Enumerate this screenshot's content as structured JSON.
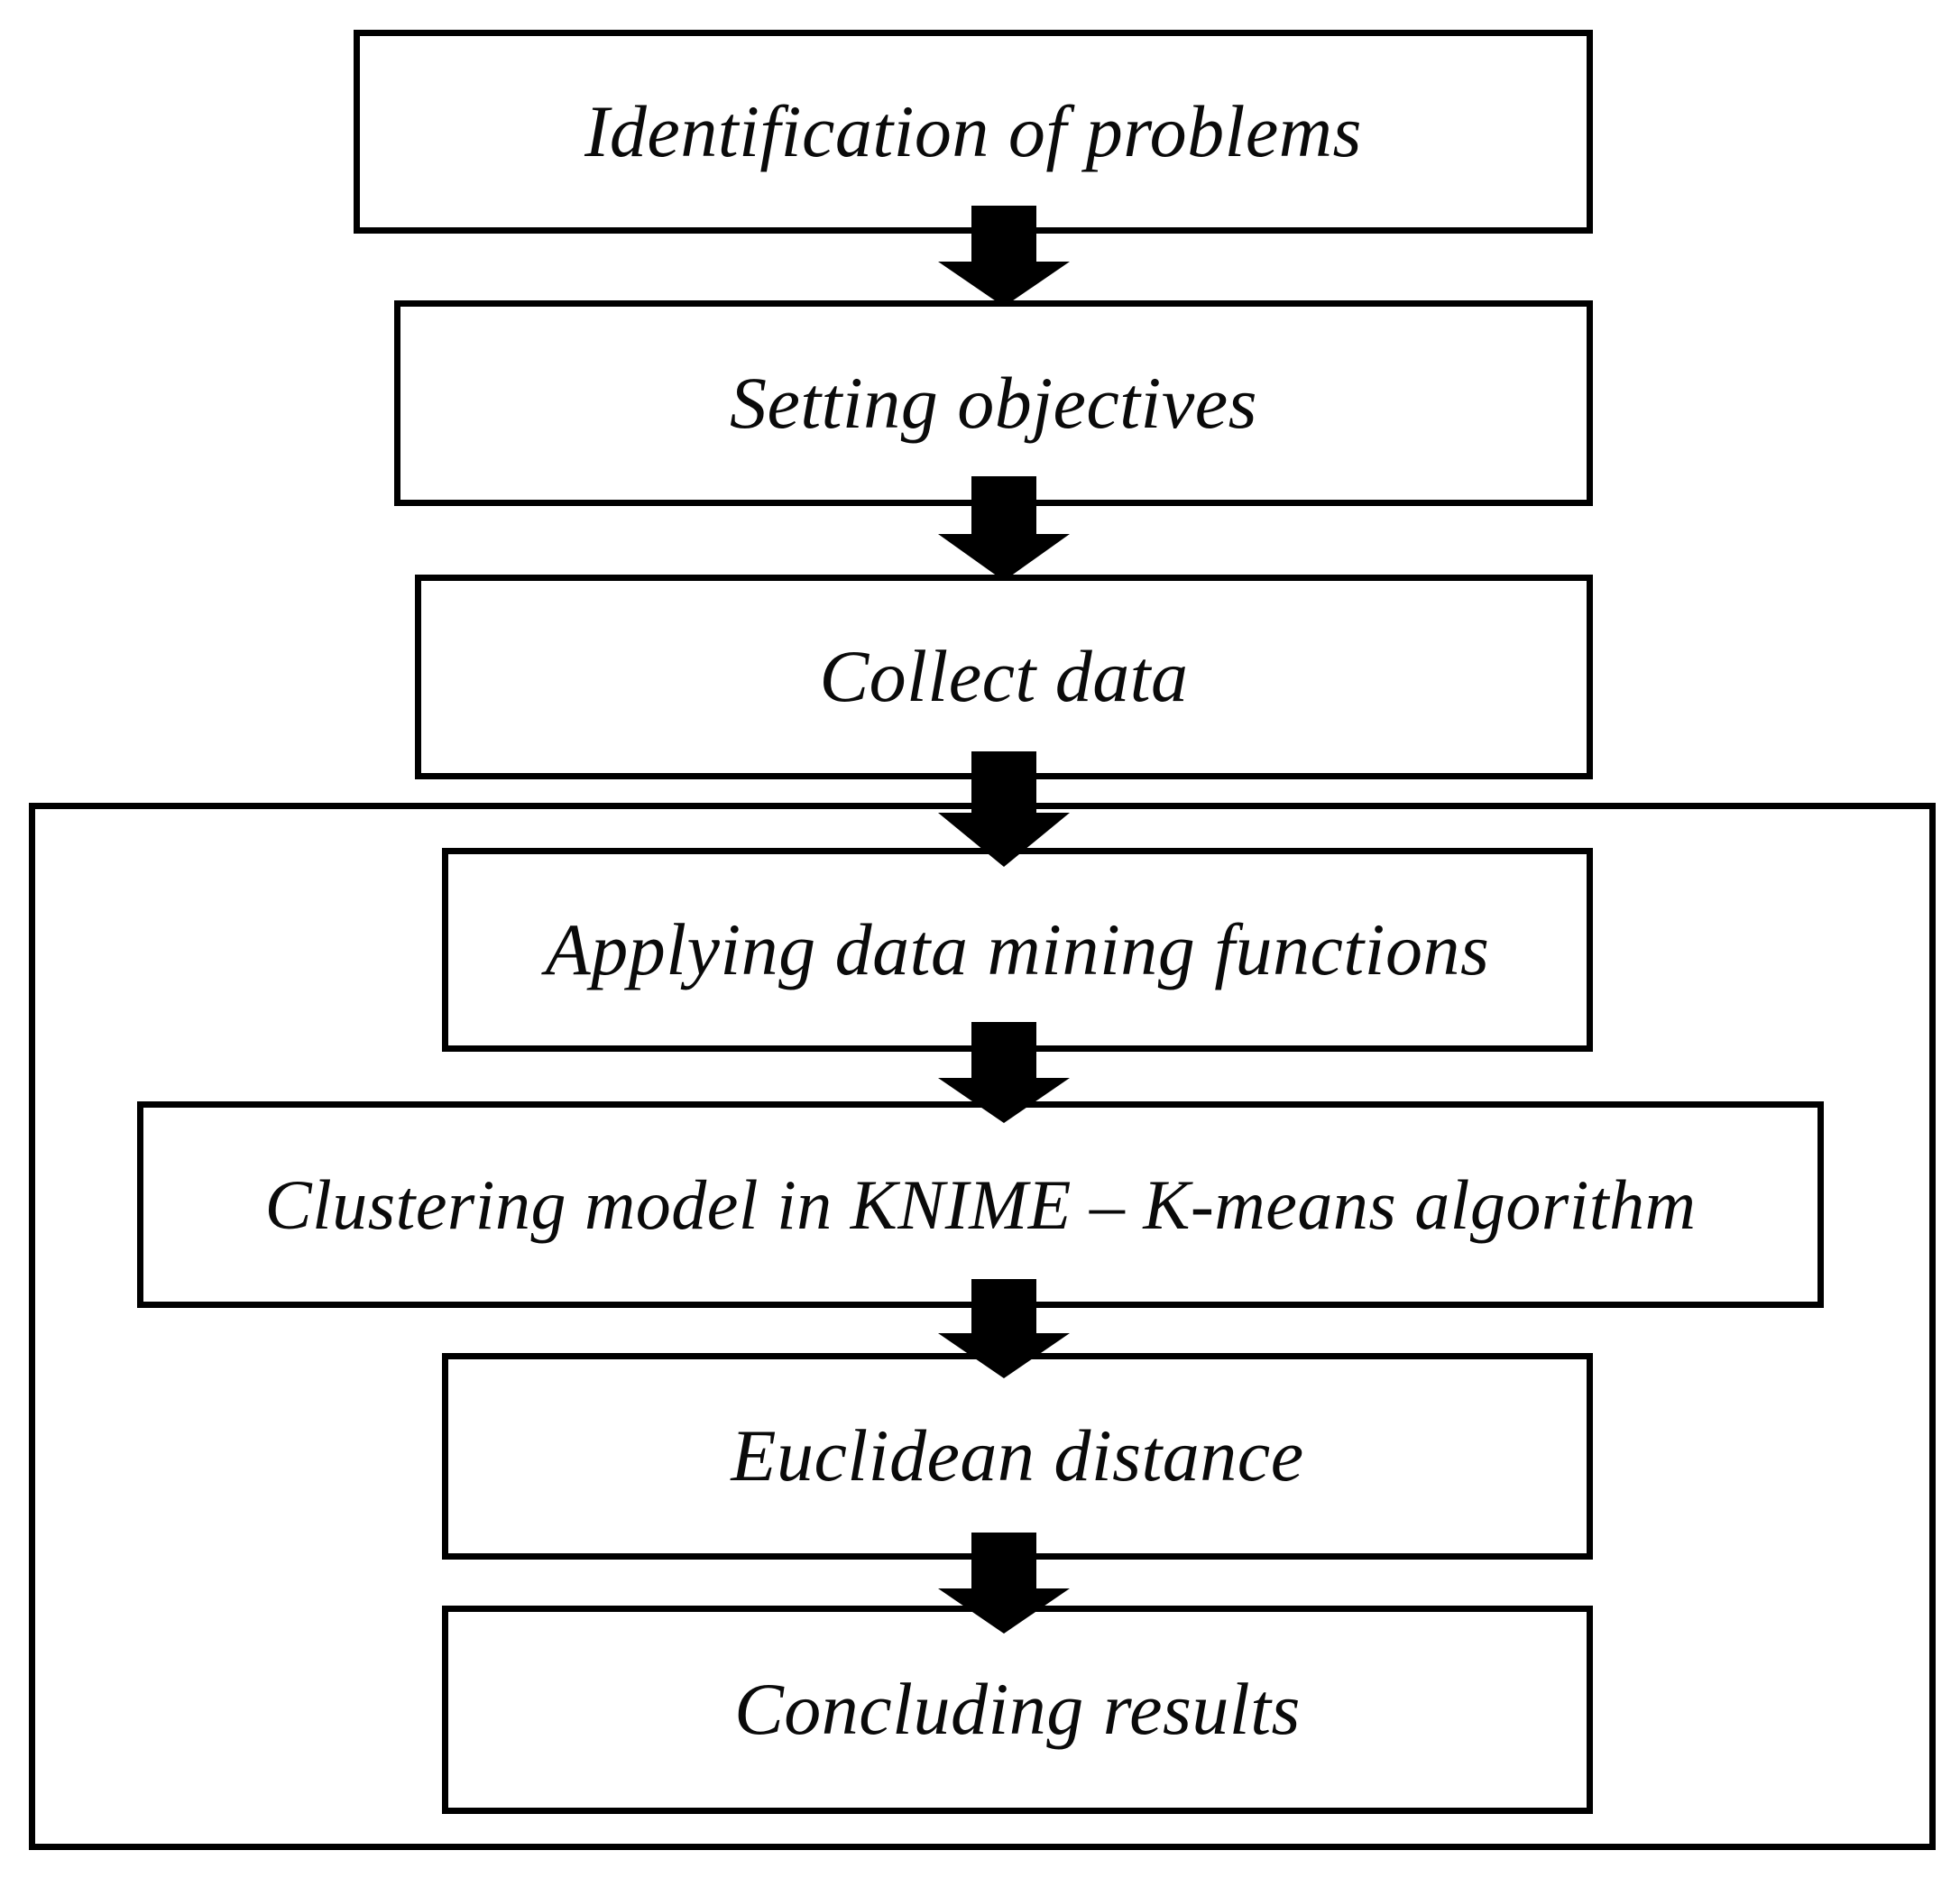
{
  "diagram": {
    "type": "flowchart",
    "orientation": "top-to-bottom",
    "background_color": "#ffffff",
    "line_color": "#000000",
    "text_color": "#0a0a0a",
    "text_style": "italic serif",
    "nodes": [
      {
        "id": "n1",
        "label": "Identification of problems"
      },
      {
        "id": "n2",
        "label": "Setting objectives"
      },
      {
        "id": "n3",
        "label": "Collect data"
      },
      {
        "id": "n4",
        "label": "Applying data mining functions"
      },
      {
        "id": "n5",
        "label": "Clustering model in KNIME – K-means algorithm"
      },
      {
        "id": "n6",
        "label": "Euclidean distance"
      },
      {
        "id": "n7",
        "label": "Concluding results"
      }
    ],
    "group": {
      "id": "data-mining-phase-group",
      "label": "",
      "contains": [
        "n4",
        "n5",
        "n6",
        "n7"
      ]
    },
    "connectors": [
      {
        "id": "a1",
        "from": "n1",
        "to": "n2",
        "glyph": "down-block-arrow"
      },
      {
        "id": "a2",
        "from": "n2",
        "to": "n3",
        "glyph": "down-block-arrow"
      },
      {
        "id": "a3",
        "from": "n3",
        "to": "n4",
        "glyph": "down-block-arrow"
      },
      {
        "id": "a4",
        "from": "n4",
        "to": "n5",
        "glyph": "down-block-arrow"
      },
      {
        "id": "a5",
        "from": "n5",
        "to": "n6",
        "glyph": "down-block-arrow"
      },
      {
        "id": "a6",
        "from": "n6",
        "to": "n7",
        "glyph": "down-block-arrow"
      }
    ]
  }
}
